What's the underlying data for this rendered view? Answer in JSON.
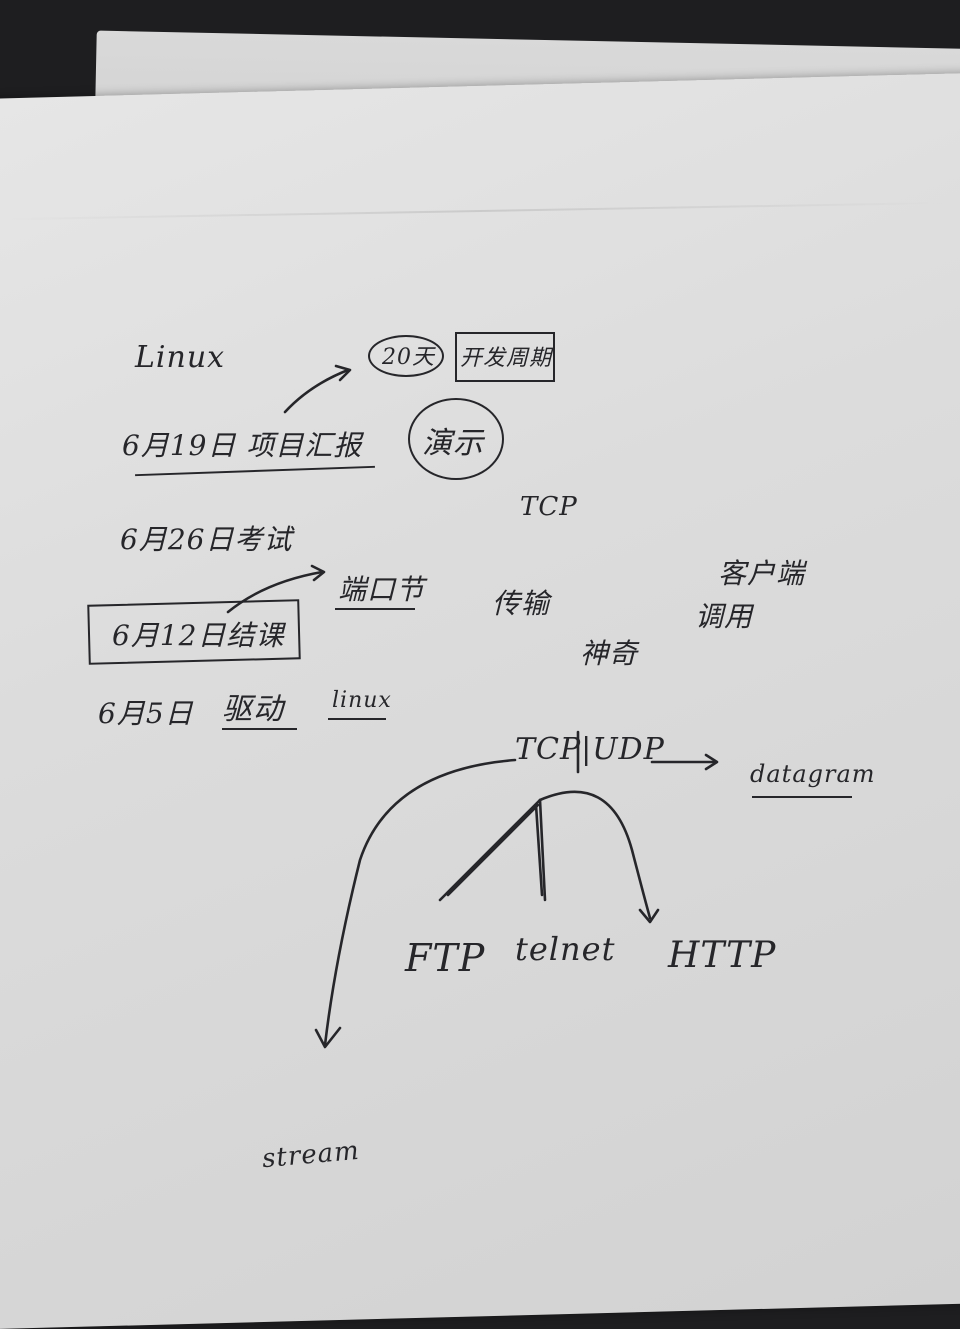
{
  "notes": {
    "linux_title": "Linux",
    "days_20": "20天",
    "boxed_word": "开发周期",
    "demo": "演示",
    "date_619": "6月19日 项目汇报",
    "date_626": "6月26日考试",
    "tcp": "TCP",
    "endpoint": "端口节",
    "transfer": "传输",
    "client": "客户端",
    "call": "调用",
    "date_612": "6月12日结课",
    "magic": "神奇",
    "date_65": "6月5日",
    "driver": "驱动",
    "linux_small": "linux",
    "tcp_udp": "TCP|UDP",
    "datagram": "datagram",
    "ftp": "FTP",
    "telnet": "telnet",
    "http": "HTTP",
    "stream": "stream"
  },
  "colors": {
    "ink": "#26262a",
    "paper": "#dedede",
    "background": "#1e1e20"
  }
}
